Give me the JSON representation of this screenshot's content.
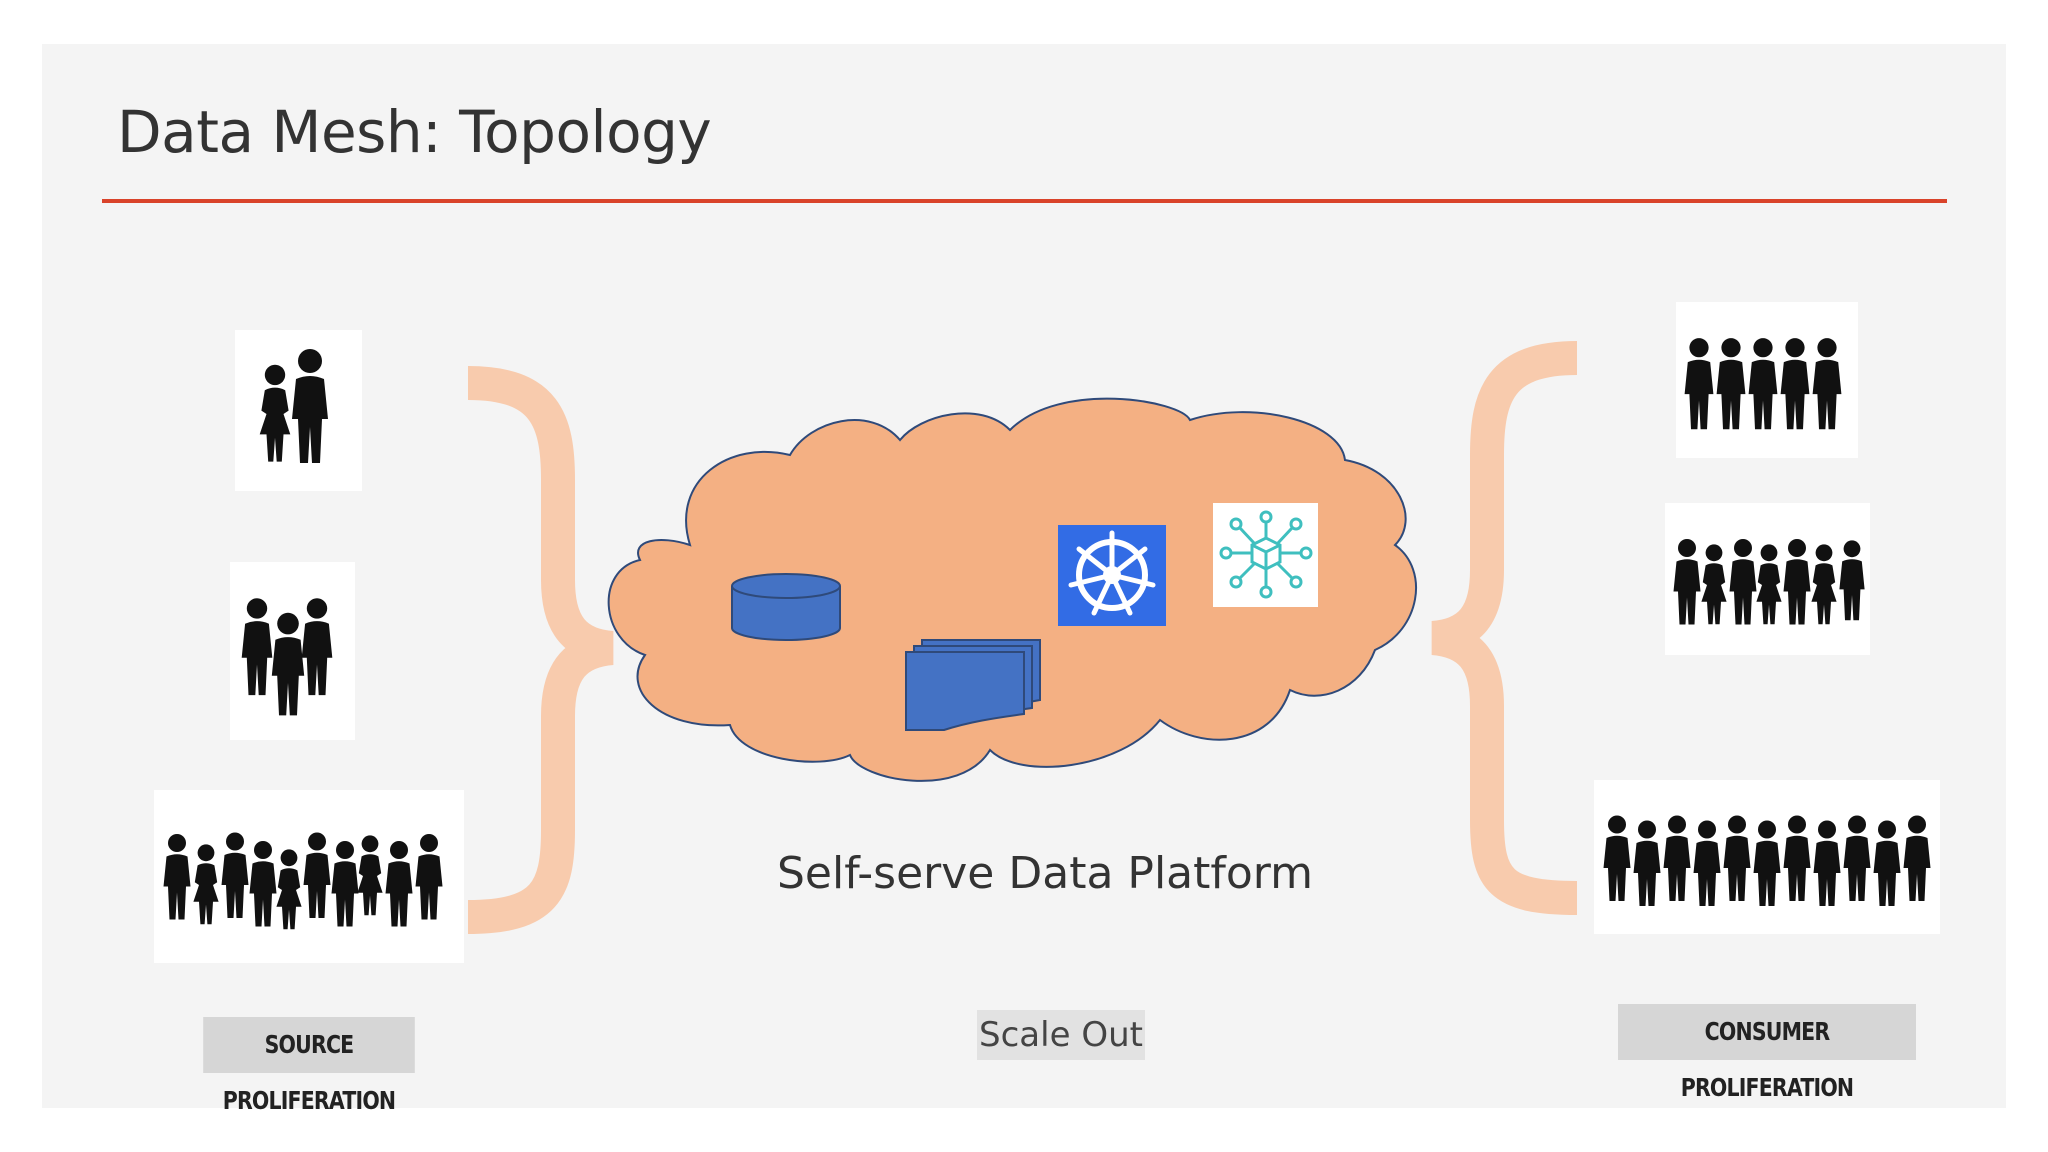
{
  "slide": {
    "title": "Data Mesh: Topology",
    "accent_color": "#d9432a",
    "background": "#f4f4f4"
  },
  "diagram": {
    "center_label": "Self-serve Data Platform",
    "cloud_color": "#f4b083",
    "bracket_color": "#f8cbad",
    "icons": [
      "database-icon",
      "documents-icon",
      "kubernetes-icon",
      "network-hub-icon"
    ]
  },
  "labels": {
    "source": "SOURCE PROLIFERATION",
    "scale": "Scale Out",
    "consumer": "CONSUMER PROLIFERATION"
  }
}
